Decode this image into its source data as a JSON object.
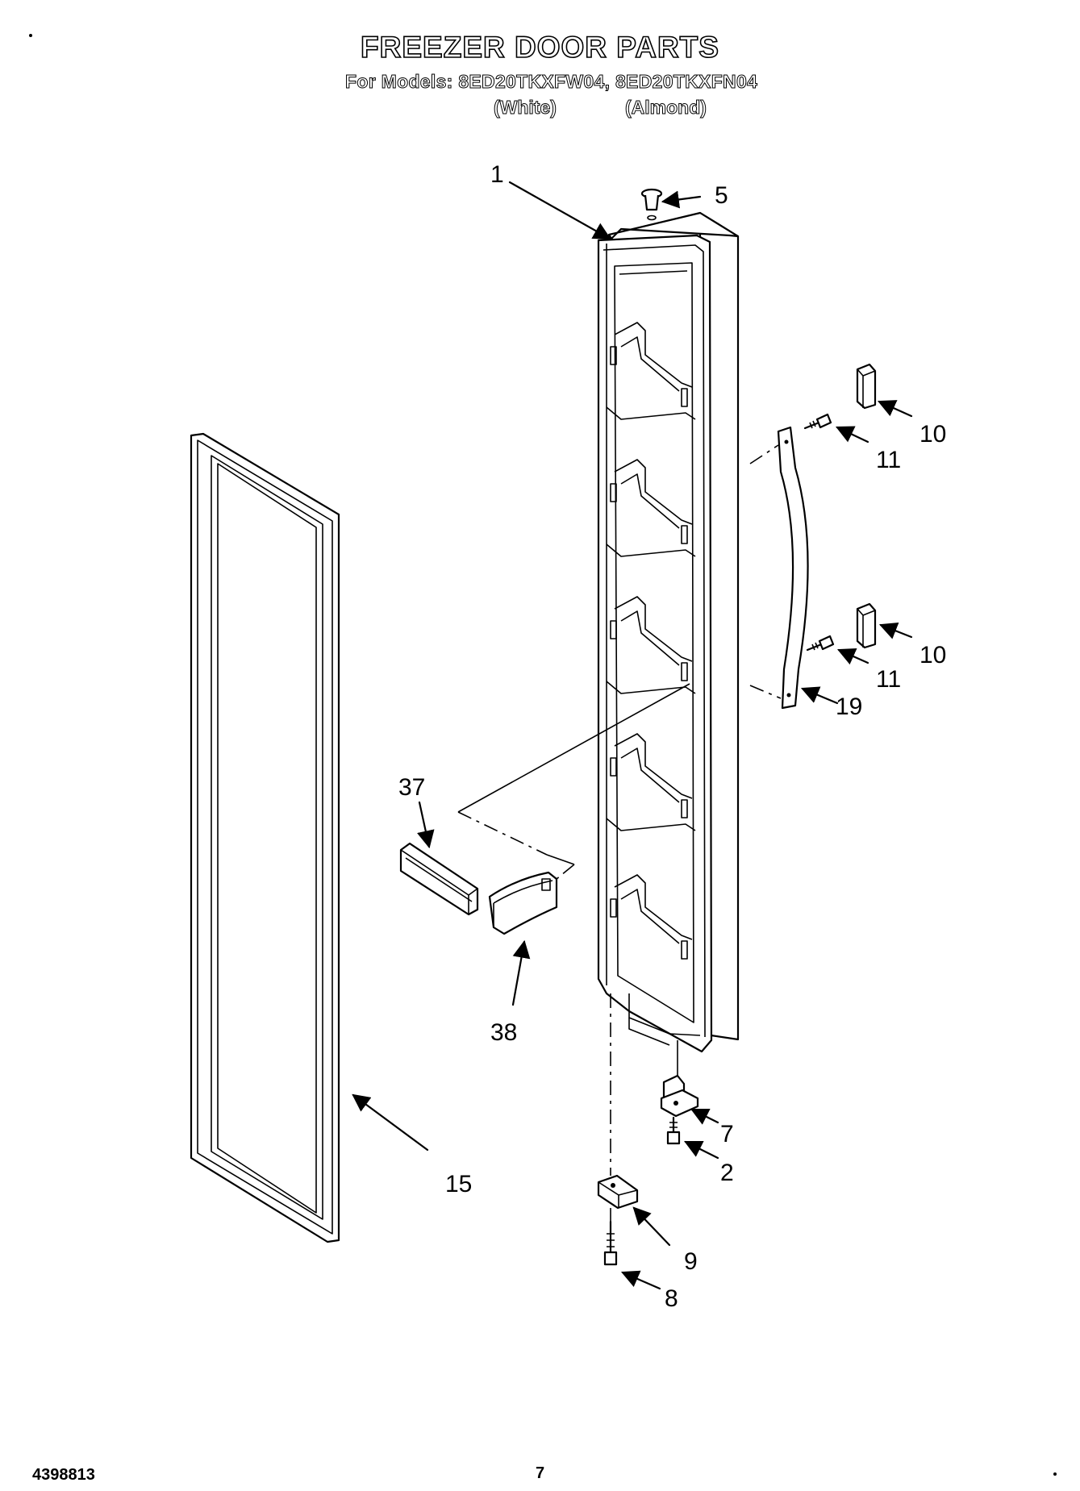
{
  "header": {
    "title": "FREEZER DOOR PARTS",
    "models_line": "For Models: 8ED20TKXFW04, 8ED20TKXFN04",
    "variant_white": "(White)",
    "variant_almond": "(Almond)"
  },
  "callouts": [
    "1",
    "5",
    "10",
    "11",
    "10",
    "11",
    "19",
    "37",
    "38",
    "7",
    "2",
    "15",
    "9",
    "8"
  ],
  "footer": {
    "doc_number": "4398813",
    "page_number": "7"
  }
}
